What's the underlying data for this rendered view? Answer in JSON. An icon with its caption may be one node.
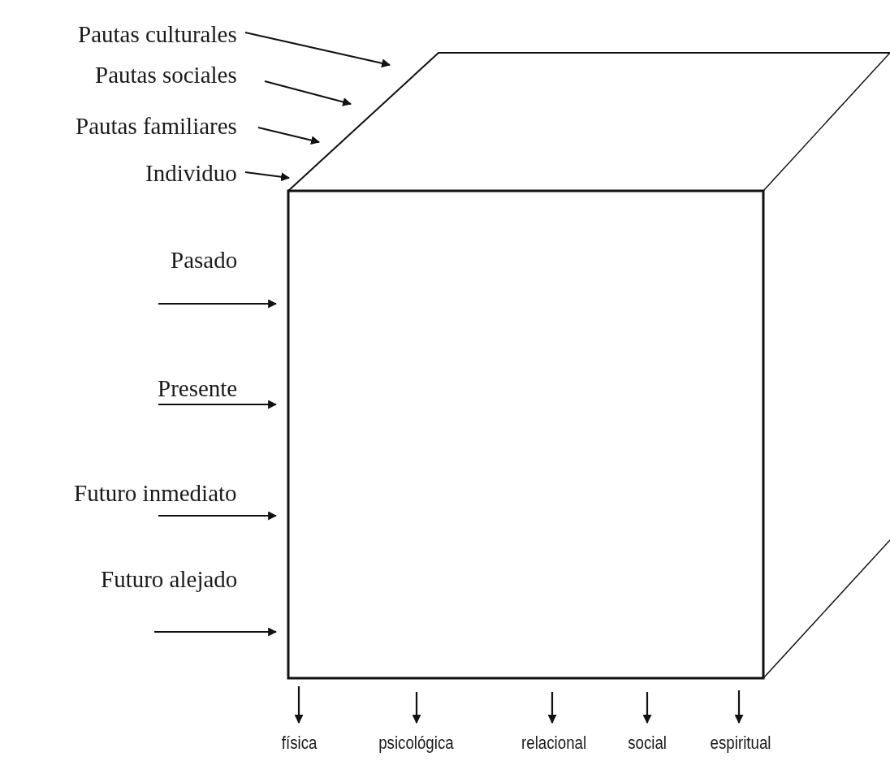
{
  "diagram": {
    "nodes": [
      {
        "text": [],
        "shape": "box"
      },
      {
        "text": [
          "Pautas culturales"
        ]
      },
      {
        "text": [
          "Pautas sociales"
        ]
      },
      {
        "text": [
          "Pautas familiares"
        ]
      },
      {
        "text": [
          "Individuo"
        ]
      },
      {
        "text": [
          "Pasado"
        ]
      },
      {
        "text": [
          "Presente"
        ]
      },
      {
        "text": [
          "Futuro inmediato"
        ]
      },
      {
        "text": [
          "Futuro alejado"
        ]
      },
      {
        "text": [
          "física"
        ]
      },
      {
        "text": [
          "psicológica"
        ]
      },
      {
        "text": [
          "relacional"
        ]
      },
      {
        "text": [
          "social"
        ]
      },
      {
        "text": [
          "espiritual"
        ]
      }
    ],
    "edges": [
      {
        "from": 1,
        "to": 0,
        "arrow": "to"
      },
      {
        "from": 2,
        "to": 0,
        "arrow": "to"
      },
      {
        "from": 3,
        "to": 0,
        "arrow": "to"
      },
      {
        "from": 4,
        "to": 0,
        "arrow": "to"
      },
      {
        "from": 5,
        "to": 0,
        "arrow": "to"
      },
      {
        "from": 6,
        "to": 0,
        "arrow": "to"
      },
      {
        "from": 7,
        "to": 0,
        "arrow": "to"
      },
      {
        "from": 8,
        "to": 0,
        "arrow": "to"
      },
      {
        "from": 0,
        "to": 9,
        "arrow": "to"
      },
      {
        "from": 0,
        "to": 10,
        "arrow": "to"
      },
      {
        "from": 0,
        "to": 11,
        "arrow": "to"
      },
      {
        "from": 0,
        "to": 12,
        "arrow": "to"
      },
      {
        "from": 0,
        "to": 13,
        "arrow": "to"
      }
    ]
  }
}
